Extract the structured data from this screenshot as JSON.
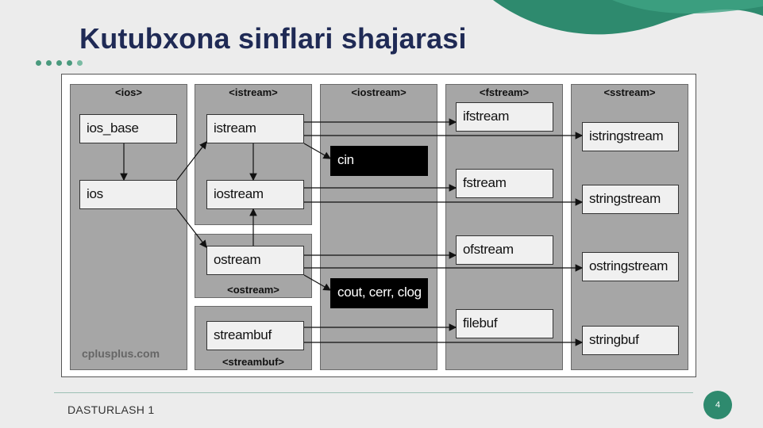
{
  "slide": {
    "title": "Kutubxona sinflari shajarasi",
    "footer": "DASTURLASH 1",
    "page_number": "4"
  },
  "colors": {
    "title": "#1f2a55",
    "accent": "#2e8a6e",
    "column_bg": "#a6a6a6",
    "box_bg": "#f0f0f0",
    "dark_box_bg": "#000000"
  },
  "diagram": {
    "watermark": "cplusplus.com",
    "columns": {
      "ios": "<ios>",
      "istream": "<istream>",
      "ostream": "<ostream>",
      "streambuf": "<streambuf>",
      "iostream": "<iostream>",
      "fstream": "<fstream>",
      "sstream": "<sstream>"
    },
    "boxes": {
      "ios_base": "ios_base",
      "ios": "ios",
      "istream": "istream",
      "iostream": "iostream",
      "ostream": "ostream",
      "streambuf": "streambuf",
      "cin": "cin",
      "cout": "cout, cerr, clog",
      "ifstream": "ifstream",
      "fstream": "fstream",
      "ofstream": "ofstream",
      "filebuf": "filebuf",
      "istringstream": "istringstream",
      "stringstream": "stringstream",
      "ostringstream": "ostringstream",
      "stringbuf": "stringbuf"
    },
    "edges": [
      [
        "ios_base",
        "ios"
      ],
      [
        "ios",
        "istream"
      ],
      [
        "ios",
        "ostream"
      ],
      [
        "istream",
        "iostream"
      ],
      [
        "ostream",
        "iostream"
      ],
      [
        "istream",
        "ifstream"
      ],
      [
        "istream",
        "istringstream"
      ],
      [
        "istream",
        "cin"
      ],
      [
        "iostream",
        "fstream"
      ],
      [
        "iostream",
        "stringstream"
      ],
      [
        "ostream",
        "ofstream"
      ],
      [
        "ostream",
        "ostringstream"
      ],
      [
        "ostream",
        "cout"
      ],
      [
        "streambuf",
        "filebuf"
      ],
      [
        "streambuf",
        "stringbuf"
      ]
    ]
  }
}
